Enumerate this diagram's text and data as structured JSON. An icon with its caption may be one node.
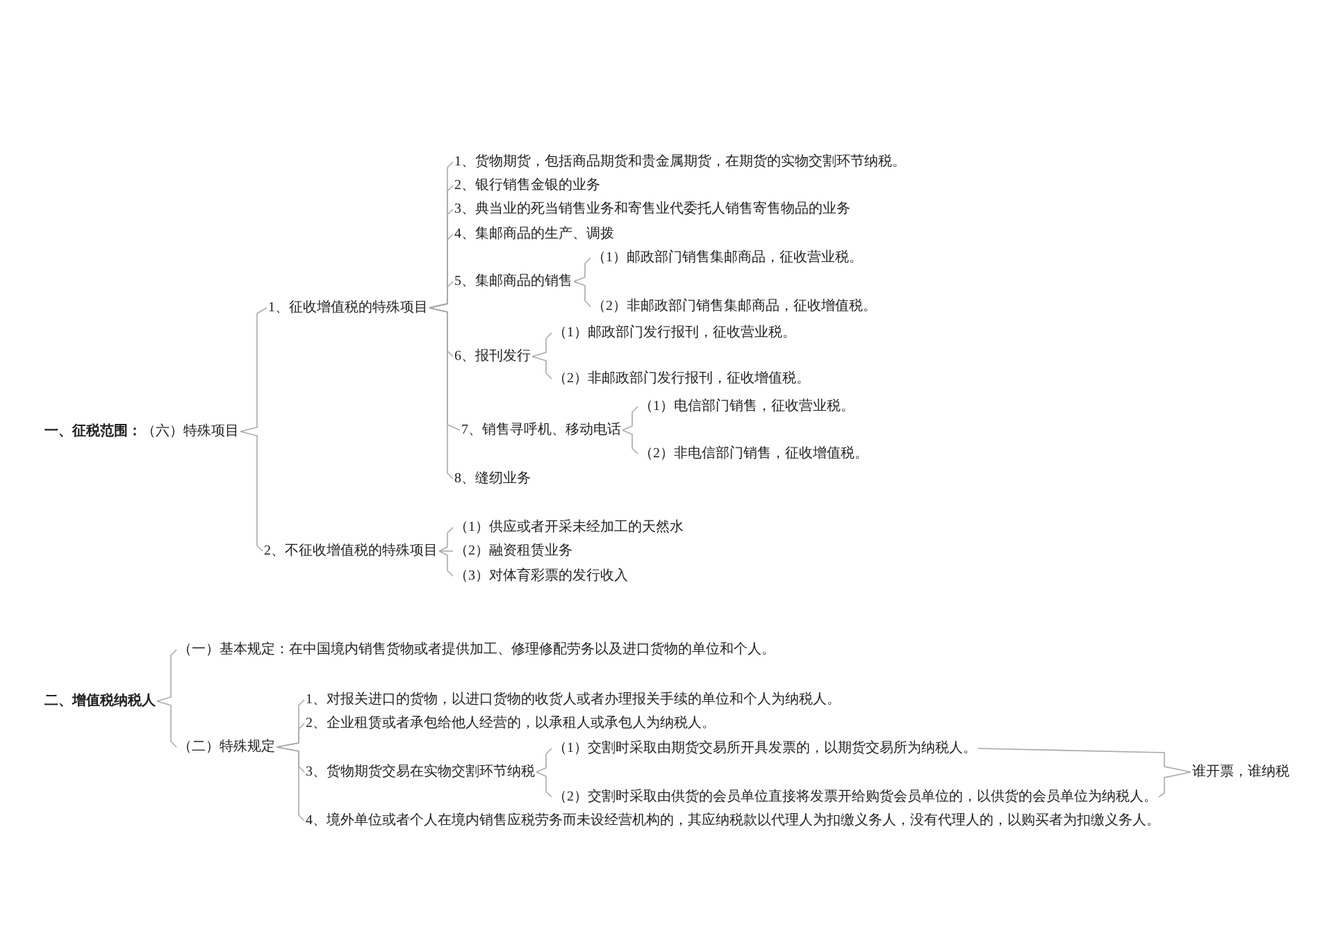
{
  "diagram": {
    "nodes": [
      {
        "text": [
          "**一、征税范围：**（六）特殊项目"
        ]
      },
      {
        "text": [
          "1、征收增值税的特殊项目"
        ]
      },
      {
        "text": [
          "1、货物期货，包括商品期货和贵金属期货，在期货的实物交割环节纳税。"
        ]
      },
      {
        "text": [
          "2、银行销售金银的业务"
        ]
      },
      {
        "text": [
          "3、典当业的死当销售业务和寄售业代委托人销售寄售物品的业务"
        ]
      },
      {
        "text": [
          "4、集邮商品的生产、调拨"
        ]
      },
      {
        "text": [
          "5、集邮商品的销售"
        ]
      },
      {
        "text": [
          "（1）邮政部门销售集邮商品，征收营业税。"
        ]
      },
      {
        "text": [
          "（2）非邮政部门销售集邮商品，征收增值税。"
        ]
      },
      {
        "text": [
          "6、报刊发行"
        ]
      },
      {
        "text": [
          "（1）邮政部门发行报刊，征收营业税。"
        ]
      },
      {
        "text": [
          "（2）非邮政部门发行报刊，征收增值税。"
        ]
      },
      {
        "text": [
          "7、销售寻呼机、移动电话"
        ]
      },
      {
        "text": [
          "（1）电信部门销售，征收营业税。"
        ]
      },
      {
        "text": [
          "（2）非电信部门销售，征收增值税。"
        ]
      },
      {
        "text": [
          "8、缝纫业务"
        ]
      },
      {
        "text": [
          "2、不征收增值税的特殊项目"
        ]
      },
      {
        "text": [
          "（1）供应或者开采未经加工的天然水"
        ]
      },
      {
        "text": [
          "（2）融资租赁业务"
        ]
      },
      {
        "text": [
          "（3）对体育彩票的发行收入"
        ]
      },
      {
        "text": [
          "二、增值税纳税人"
        ]
      },
      {
        "text": [
          "（一）基本规定：在中国境内销售货物或者提供加工、修理修配劳务以及进口货物的单位和个人。"
        ]
      },
      {
        "text": [
          "（二）特殊规定"
        ]
      },
      {
        "text": [
          "1、对报关进口的货物，以进口货物的收货人或者办理报关手续的单位和个人为纳税人。"
        ]
      },
      {
        "text": [
          "2、企业租赁或者承包给他人经营的，以承租人或承包人为纳税人。"
        ]
      },
      {
        "text": [
          "3、货物期货交易在实物交割环节纳税"
        ]
      },
      {
        "text": [
          "（1）交割时采取由期货交易所开具发票的，以期货交易所为纳税人。"
        ]
      },
      {
        "text": [
          "（2）交割时采取由供货的会员单位直接将发票开给购货会员单位的，以供货的会员单位为纳税人。"
        ]
      },
      {
        "text": [
          "谁开票，谁纳税"
        ]
      },
      {
        "text": [
          "4、境外单位或者个人在境内销售应税劳务而未设经营机构的，其应纳税款以代理人为扣缴义务人，没有代理人的，以购买者为扣缴义务人。"
        ]
      }
    ],
    "edges": [
      {
        "from": 0,
        "to": 1,
        "arrow": "none"
      },
      {
        "from": 0,
        "to": 16,
        "arrow": "none"
      },
      {
        "from": 1,
        "to": 2,
        "arrow": "none"
      },
      {
        "from": 1,
        "to": 3,
        "arrow": "none"
      },
      {
        "from": 1,
        "to": 4,
        "arrow": "none"
      },
      {
        "from": 1,
        "to": 5,
        "arrow": "none"
      },
      {
        "from": 1,
        "to": 6,
        "arrow": "none"
      },
      {
        "from": 1,
        "to": 9,
        "arrow": "none"
      },
      {
        "from": 1,
        "to": 12,
        "arrow": "none"
      },
      {
        "from": 1,
        "to": 15,
        "arrow": "none"
      },
      {
        "from": 6,
        "to": 7,
        "arrow": "none"
      },
      {
        "from": 6,
        "to": 8,
        "arrow": "none"
      },
      {
        "from": 9,
        "to": 10,
        "arrow": "none"
      },
      {
        "from": 9,
        "to": 11,
        "arrow": "none"
      },
      {
        "from": 12,
        "to": 13,
        "arrow": "none"
      },
      {
        "from": 12,
        "to": 14,
        "arrow": "none"
      },
      {
        "from": 16,
        "to": 17,
        "arrow": "none"
      },
      {
        "from": 16,
        "to": 18,
        "arrow": "none"
      },
      {
        "from": 16,
        "to": 19,
        "arrow": "none"
      },
      {
        "from": 20,
        "to": 21,
        "arrow": "none"
      },
      {
        "from": 20,
        "to": 22,
        "arrow": "none"
      },
      {
        "from": 22,
        "to": 23,
        "arrow": "none"
      },
      {
        "from": 22,
        "to": 24,
        "arrow": "none"
      },
      {
        "from": 22,
        "to": 25,
        "arrow": "none"
      },
      {
        "from": 22,
        "to": 29,
        "arrow": "none"
      },
      {
        "from": 25,
        "to": 26,
        "arrow": "none"
      },
      {
        "from": 25,
        "to": 27,
        "arrow": "none"
      },
      {
        "from": 26,
        "to": 28,
        "arrow": "none"
      },
      {
        "from": 27,
        "to": 28,
        "arrow": "none"
      }
    ]
  }
}
